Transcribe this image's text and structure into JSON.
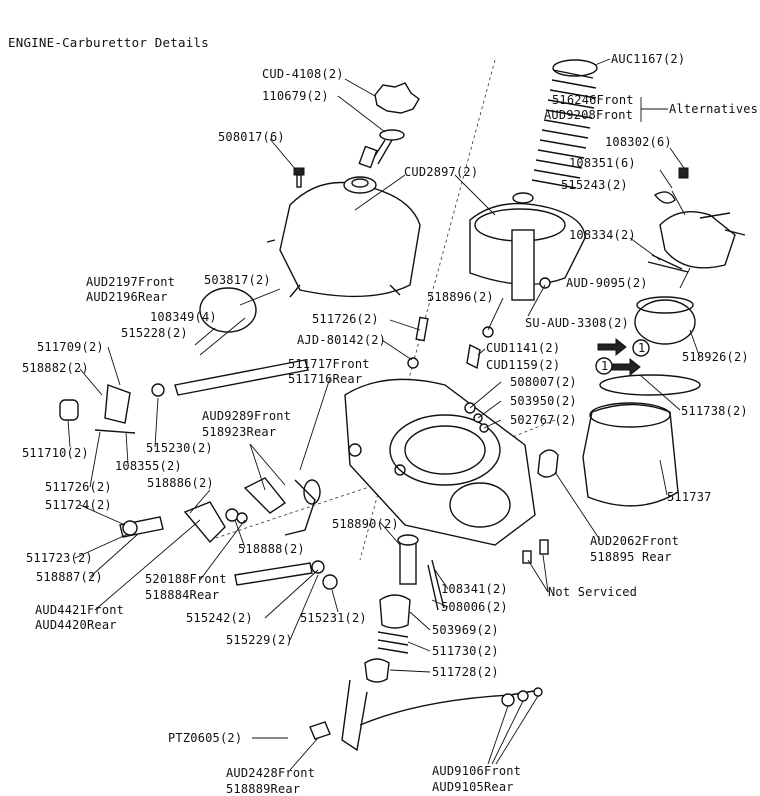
{
  "title": "ENGINE-Carburettor Details",
  "labels": {
    "auc1167": "AUC1167(2)",
    "l516246": "516246Front",
    "aud9208": "AUD9208Front",
    "alternatives": "Alternatives",
    "cud4108": "CUD-4108(2)",
    "l110679": "110679(2)",
    "l508017": "508017(6)",
    "cud2897": "CUD2897(2)",
    "l108302": "108302(6)",
    "l108351": "108351(6)",
    "l515243": "515243(2)",
    "l108334": "108334(2)",
    "aud9095": "AUD-9095(2)",
    "l518896": "518896(2)",
    "su_aud3308": "SU-AUD-3308(2)",
    "aud2197": "AUD2197Front",
    "aud2196": "AUD2196Rear",
    "l503817": "503817(2)",
    "l108349": "108349(4)",
    "l515228": "515228(2)",
    "l511726a": "511726(2)",
    "ajd80142": "AJD-80142(2)",
    "l511709": "511709(2)",
    "l518882": "518882(2)",
    "cud1141": "CUD1141(2)",
    "cud1159": "CUD1159(2)",
    "marker1": "1",
    "marker2": "1",
    "l518926": "518926(2)",
    "l511717": "511717Front",
    "l511716": "511716Rear",
    "l508007": "508007(2)",
    "l503950": "503950(2)",
    "l502767": "502767(2)",
    "l511738": "511738(2)",
    "aud9289": "AUD9289Front",
    "l518923": "518923Rear",
    "l511710": "511710(2)",
    "l515230": "515230(2)",
    "l108355": "108355(2)",
    "l511737": "511737",
    "l511726b": "511726(2)",
    "l518886": "518886(2)",
    "l511724": "511724(2)",
    "aud2062": "AUD2062Front",
    "l518895": "518895 Rear",
    "l518890": "518890(2)",
    "l518888": "518888(2)",
    "l511723": "511723(2)",
    "l518887": "518887(2)",
    "l520188": "520188Front",
    "l518884": "518884Rear",
    "l108341": "108341(2)",
    "not_serviced": "Not Serviced",
    "l508006": "508006(2)",
    "aud4421": "AUD4421Front",
    "aud4420": "AUD4420Rear",
    "l515242": "515242(2)",
    "l515231": "515231(2)",
    "l515229": "515229(2)",
    "l503969": "503969(2)",
    "l511730": "511730(2)",
    "l511728": "511728(2)",
    "ptz0605": "PTZ0605(2)",
    "aud2428": "AUD2428Front",
    "l518889": "518889Rear",
    "aud9106": "AUD9106Front",
    "aud9105": "AUD9105Rear"
  }
}
